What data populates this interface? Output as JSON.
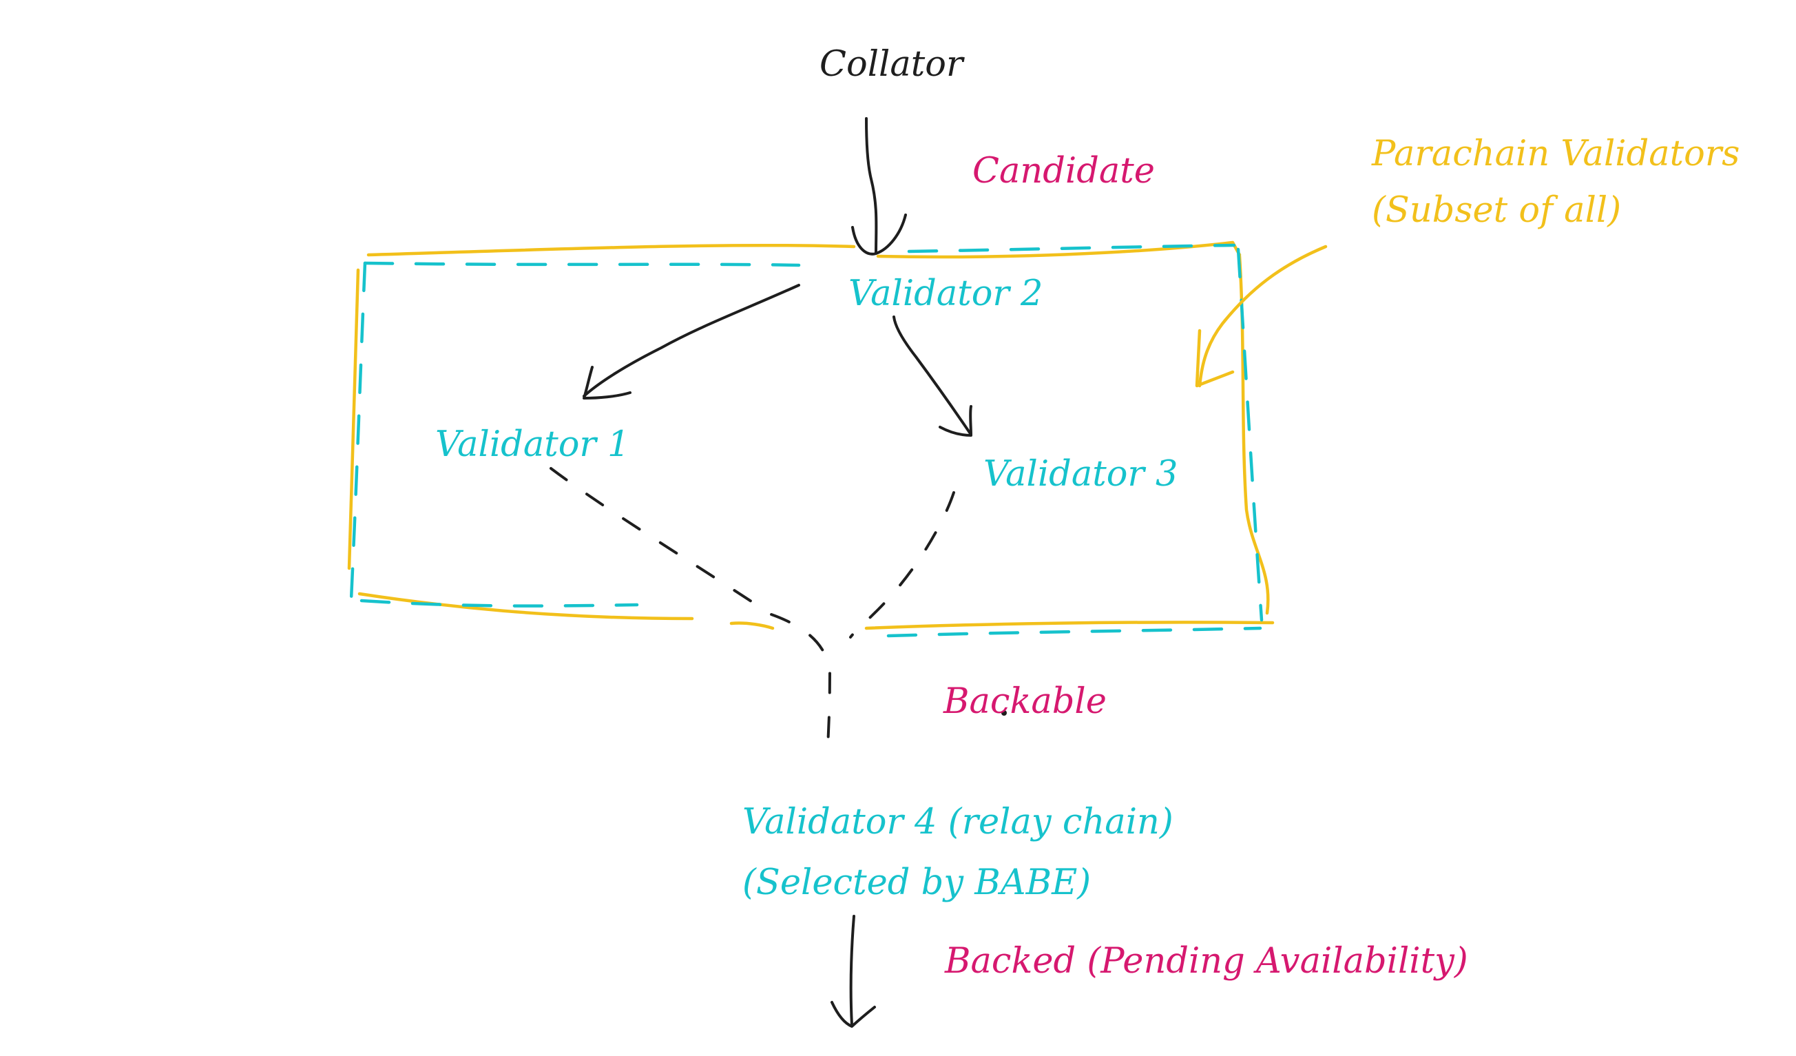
{
  "labels": {
    "collator": "Collator",
    "candidate": "Candidate",
    "parachain_validators_line1": "Parachain Validators",
    "parachain_validators_line2": "(Subset of all)",
    "validator_2": "Validator 2",
    "validator_1": "Validator 1",
    "validator_3": "Validator 3",
    "backable": "Backable",
    "validator_4_line1": "Validator 4 (relay chain)",
    "validator_4_line2": "(Selected by BABE)",
    "backed": "Backed (Pending Availability)"
  },
  "colors": {
    "black": "#1e1e1e",
    "cyan": "#16c2cc",
    "pink": "#d6186f",
    "yellow": "#f2c01b",
    "background": "#ffffff"
  }
}
